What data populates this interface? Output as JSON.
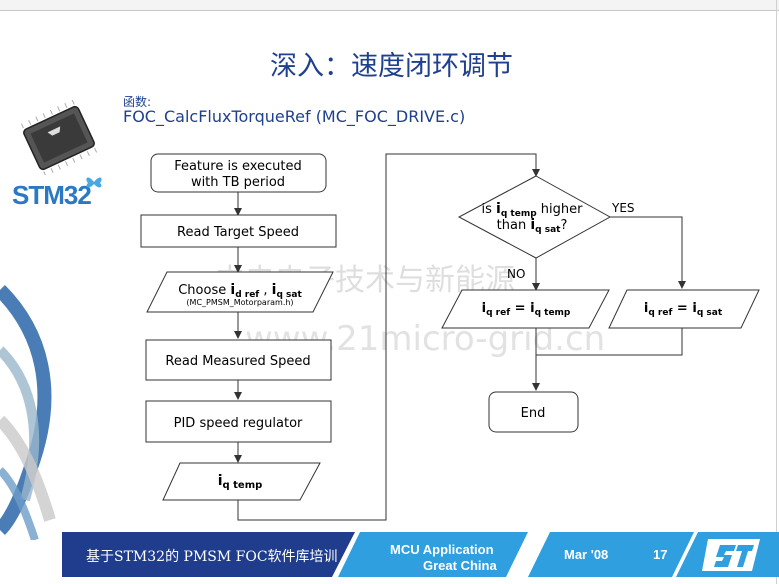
{
  "title": "深入：速度闭环调节",
  "function": {
    "label": "函数:",
    "name": "FOC_CalcFluxTorqueRef  (MC_FOC_DRIVE.c)"
  },
  "logo": {
    "text": "STM32"
  },
  "flow": {
    "start": [
      "Feature is executed",
      "with TB period"
    ],
    "read_target": "Read Target Speed",
    "choose_prefix": "Choose ",
    "choose_id": "i",
    "choose_id_sub": "d ref",
    "choose_sep": " , ",
    "choose_iq": "i",
    "choose_iq_sub": "q sat",
    "choose_file": "(MC_PMSM_Motorparam.h)",
    "read_measured": "Read Measured Speed",
    "pid": "PID speed regulator",
    "iq_temp": "i",
    "iq_temp_sub": "q temp",
    "decision": {
      "is": "is ",
      "i1": "i",
      "s1": "q temp",
      "higher": " higher",
      "than": "than ",
      "i2": "i",
      "s2": "q sat",
      "q": "?"
    },
    "yes": "YES",
    "no": "NO",
    "assign_left": {
      "a": "i",
      "as": "q ref",
      "eq": " = ",
      "b": "i",
      "bs": "q temp"
    },
    "assign_right": {
      "a": "i",
      "as": "q ref",
      "eq": " = ",
      "b": "i",
      "bs": "q sat"
    },
    "end": "End"
  },
  "watermark": {
    "cn": "中电电子技术与新能源",
    "url": "www.21micro-grid.cn"
  },
  "footer": {
    "course": "基于STM32的 PMSM FOC软件库培训",
    "dept_line1": "MCU Application",
    "dept_line2": "Great China",
    "date": "Mar '08",
    "page": "17"
  },
  "colors": {
    "title_blue": "#1f3f8f",
    "footer_dark": "#1f3d8c",
    "footer_light": "#2f9fe0"
  }
}
